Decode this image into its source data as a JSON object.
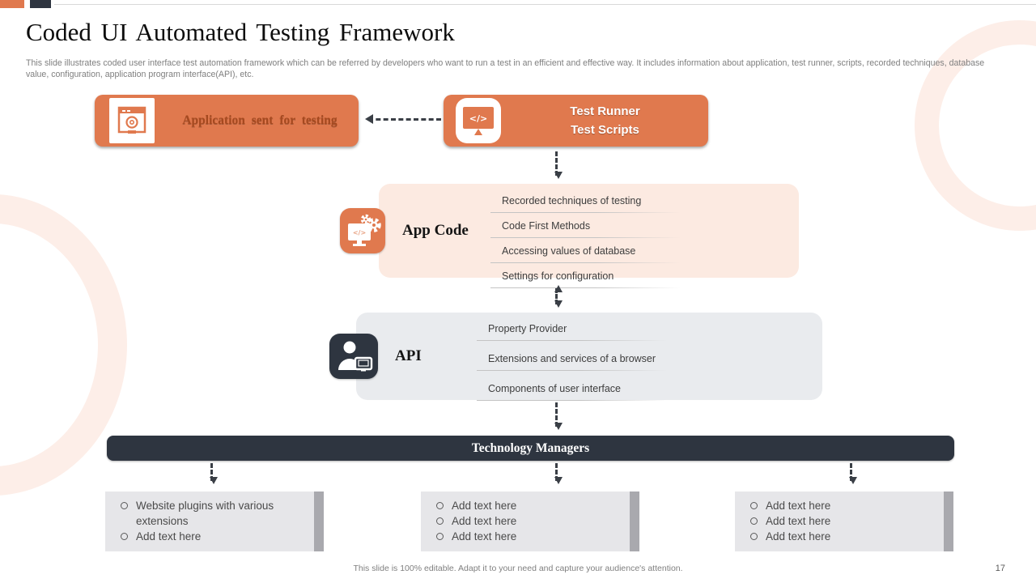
{
  "slide": {
    "title": "Coded UI Automated Testing Framework",
    "description": "This slide illustrates coded user interface test automation framework which can be referred by developers who want to run a test in an efficient and effective way. It includes information about application, test runner, scripts, recorded techniques, database value, configuration, application program interface(API), etc.",
    "footer": "This slide is 100% editable. Adapt it to your need and capture your audience's attention.",
    "page_number": "17"
  },
  "colors": {
    "accent_orange": "#e0794e",
    "dark_navy": "#2e3540",
    "peach_panel": "#fceae1",
    "gray_panel": "#e9ebee",
    "bottom_box_gray": "#e6e6e9",
    "bottom_box_accent": "#a9a9ae"
  },
  "icons": {
    "application_box": "app-window-icon",
    "test_runner_box": "code-monitor-icon",
    "app_code": "monitor-gears-icon",
    "api": "person-monitor-icon"
  },
  "flow": {
    "application_box": {
      "label": "Application sent for testing"
    },
    "test_runner_box": {
      "label_line1": "Test Runner",
      "label_line2": "Test Scripts"
    },
    "app_code": {
      "label": "App Code",
      "items": [
        "Recorded techniques of testing",
        "Code First Methods",
        "Accessing values of database",
        "Settings for configuration"
      ]
    },
    "api": {
      "label": "API",
      "items": [
        "Property Provider",
        "Extensions and services of a browser",
        "Components of user interface"
      ]
    },
    "technology_managers": {
      "label": "Technology Managers"
    },
    "bottom_boxes": [
      {
        "items": [
          "Website plugins with various extensions",
          "Add text here"
        ]
      },
      {
        "items": [
          "Add text here",
          "Add text here",
          "Add text here"
        ]
      },
      {
        "items": [
          "Add text here",
          "Add text here",
          "Add text here"
        ]
      }
    ]
  }
}
